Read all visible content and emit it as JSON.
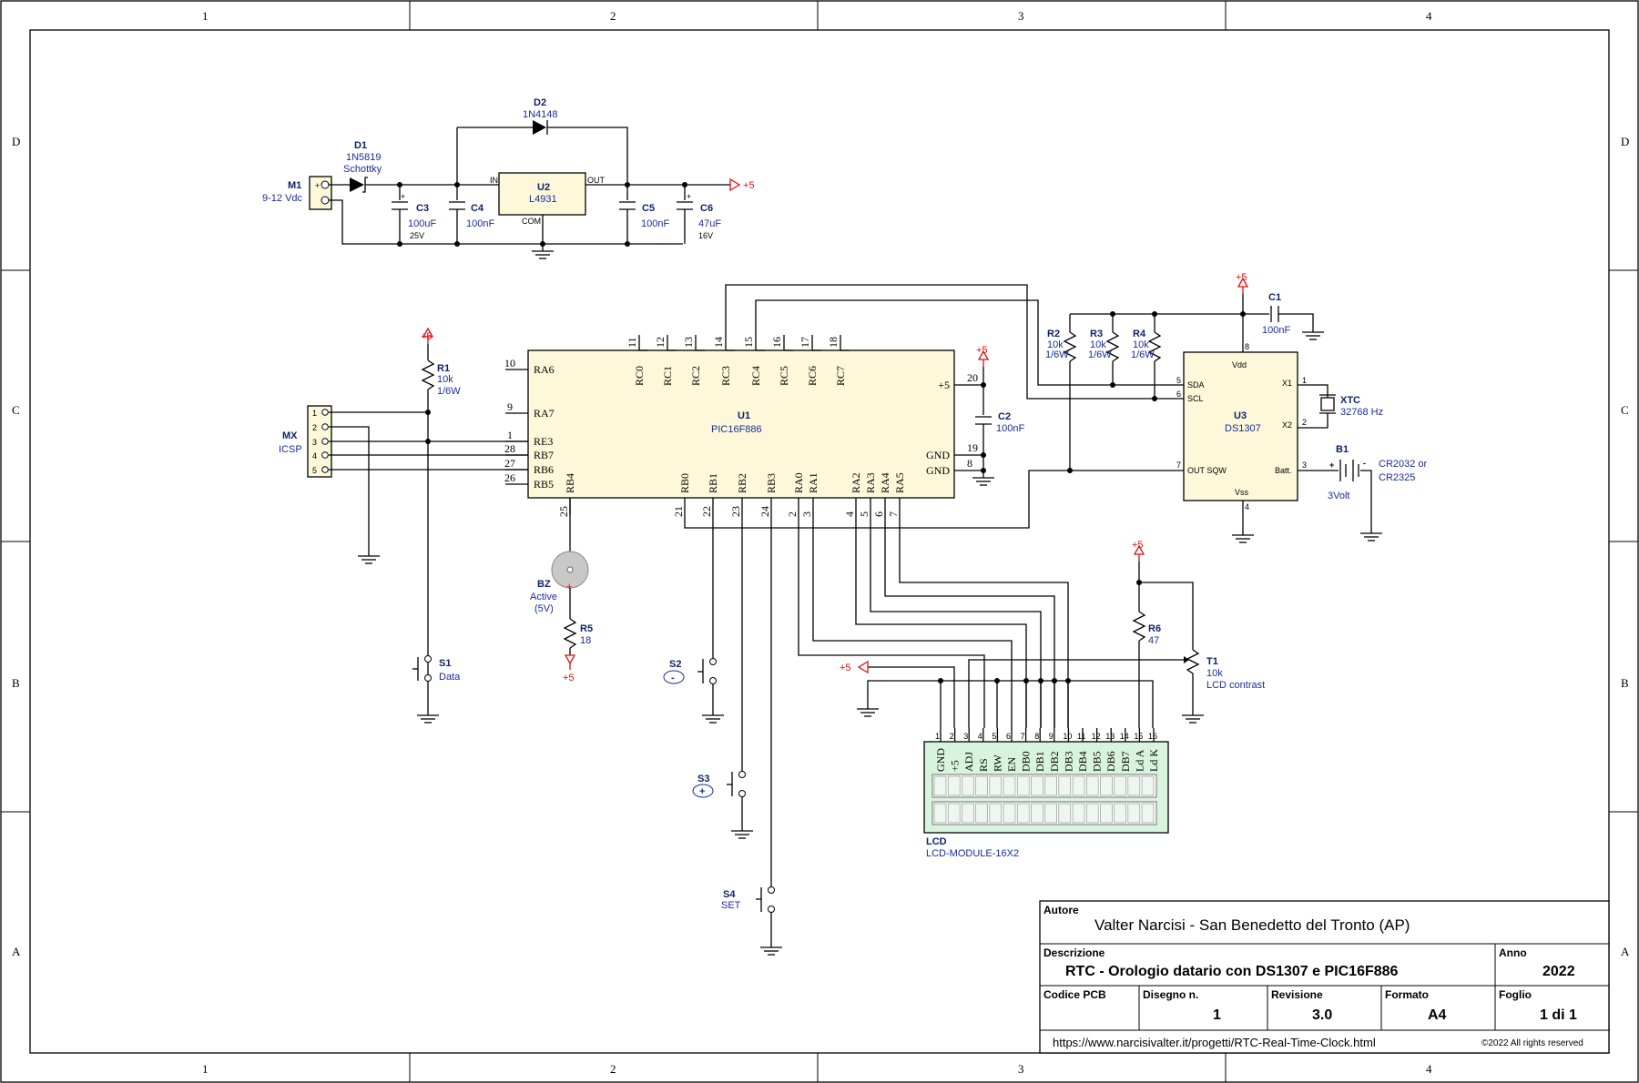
{
  "frame": {
    "cols": [
      "1",
      "2",
      "3",
      "4"
    ],
    "rows": [
      "D",
      "C",
      "B",
      "A"
    ]
  },
  "power": {
    "d1": {
      "ref": "D1",
      "value": "1N5819",
      "type": "Schottky"
    },
    "d2": {
      "ref": "D2",
      "value": "1N4148"
    },
    "m1": {
      "ref": "M1",
      "value": "9-12 Vdc"
    },
    "u2": {
      "ref": "U2",
      "value": "L4931",
      "in": "IN",
      "out": "OUT",
      "com": "COM"
    },
    "c3": {
      "ref": "C3",
      "value": "100uF",
      "voltage": "25V"
    },
    "c4": {
      "ref": "C4",
      "value": "100nF"
    },
    "c5": {
      "ref": "C5",
      "value": "100nF"
    },
    "c6": {
      "ref": "C6",
      "value": "47uF",
      "voltage": "16V"
    },
    "vout": "+5"
  },
  "mcu": {
    "ref": "U1",
    "value": "PIC16F886",
    "left_pins": [
      {
        "num": "10",
        "label": "RA6"
      },
      {
        "num": "9",
        "label": "RA7"
      },
      {
        "num": "1",
        "label": "RE3"
      },
      {
        "num": "28",
        "label": "RB7"
      },
      {
        "num": "27",
        "label": "RB6"
      },
      {
        "num": "26",
        "label": "RB5"
      }
    ],
    "top_pins": [
      {
        "num": "11",
        "label": "RC0"
      },
      {
        "num": "12",
        "label": "RC1"
      },
      {
        "num": "13",
        "label": "RC2"
      },
      {
        "num": "14",
        "label": "RC3"
      },
      {
        "num": "15",
        "label": "RC4"
      },
      {
        "num": "16",
        "label": "RC5"
      },
      {
        "num": "17",
        "label": "RC6"
      },
      {
        "num": "18",
        "label": "RC7"
      }
    ],
    "bottom_pins": [
      {
        "num": "25",
        "label": "RB4"
      },
      {
        "num": "21",
        "label": "RB0"
      },
      {
        "num": "22",
        "label": "RB1"
      },
      {
        "num": "23",
        "label": "RB2"
      },
      {
        "num": "24",
        "label": "RB3"
      },
      {
        "num": "2",
        "label": "RA0"
      },
      {
        "num": "3",
        "label": "RA1"
      },
      {
        "num": "4",
        "label": "RA2"
      },
      {
        "num": "5",
        "label": "RA3"
      },
      {
        "num": "6",
        "label": "RA4"
      },
      {
        "num": "7",
        "label": "RA5"
      }
    ],
    "right_pins": [
      {
        "num": "20",
        "label": "+5"
      },
      {
        "num": "19",
        "label": "GND"
      },
      {
        "num": "8",
        "label": "GND"
      }
    ]
  },
  "c2": {
    "ref": "C2",
    "value": "100nF"
  },
  "r1": {
    "ref": "R1",
    "value": "10k",
    "power": "1/6W"
  },
  "icsp": {
    "ref": "MX",
    "value": "ICSP",
    "pins": [
      "1",
      "2",
      "3",
      "4",
      "5"
    ]
  },
  "buzzer": {
    "ref": "BZ",
    "value": "Active",
    "voltage": "(5V)"
  },
  "r5": {
    "ref": "R5",
    "value": "18"
  },
  "s1": {
    "ref": "S1",
    "value": "Data"
  },
  "s2": {
    "ref": "S2",
    "badge": "-"
  },
  "s3": {
    "ref": "S3",
    "badge": "+"
  },
  "s4": {
    "ref": "S4",
    "value": "SET"
  },
  "rtc": {
    "ref": "U3",
    "value": "DS1307",
    "pins": {
      "vdd": "Vdd",
      "sda": "SDA",
      "scl": "SCL",
      "sqw": "OUT SQW",
      "vss": "Vss",
      "x1": "X1",
      "x2": "X2",
      "batt": "Batt."
    },
    "nums": {
      "vdd": "8",
      "sda": "5",
      "scl": "6",
      "sqw": "7",
      "vss": "4",
      "x1": "1",
      "x2": "2",
      "batt": "3"
    }
  },
  "r2": {
    "ref": "R2",
    "value": "10k",
    "power": "1/6W"
  },
  "r3": {
    "ref": "R3",
    "value": "10k",
    "power": "1/6W"
  },
  "r4": {
    "ref": "R4",
    "value": "10k",
    "power": "1/6W"
  },
  "c1": {
    "ref": "C1",
    "value": "100nF"
  },
  "xtc": {
    "ref": "XTC",
    "value": "32768 Hz"
  },
  "b1": {
    "ref": "B1",
    "value": "3Volt",
    "type1": "CR2032 or",
    "type2": "CR2325"
  },
  "r6": {
    "ref": "R6",
    "value": "47"
  },
  "t1": {
    "ref": "T1",
    "value": "10k",
    "note": "LCD contrast"
  },
  "lcd": {
    "ref": "LCD",
    "value": "LCD-MODULE-16X2",
    "pins": [
      {
        "num": "1",
        "label": "GND"
      },
      {
        "num": "2",
        "label": "+5"
      },
      {
        "num": "3",
        "label": "ADJ"
      },
      {
        "num": "4",
        "label": "RS"
      },
      {
        "num": "5",
        "label": "RW"
      },
      {
        "num": "6",
        "label": "EN"
      },
      {
        "num": "7",
        "label": "DB0"
      },
      {
        "num": "8",
        "label": "DB1"
      },
      {
        "num": "9",
        "label": "DB2"
      },
      {
        "num": "10",
        "label": "DB3"
      },
      {
        "num": "11",
        "label": "DB4"
      },
      {
        "num": "12",
        "label": "DB5"
      },
      {
        "num": "13",
        "label": "DB6"
      },
      {
        "num": "14",
        "label": "DB7"
      },
      {
        "num": "15",
        "label": "Ld A"
      },
      {
        "num": "16",
        "label": "Ld K"
      }
    ]
  },
  "plus5": "+5",
  "title_block": {
    "author_label": "Autore",
    "author": "Valter Narcisi - San Benedetto del Tronto (AP)",
    "desc_label": "Descrizione",
    "desc": "RTC - Orologio datario con DS1307 e PIC16F886",
    "year_label": "Anno",
    "year": "2022",
    "pcb_label": "Codice PCB",
    "pcb": "",
    "drawing_label": "Disegno n.",
    "drawing": "1",
    "rev_label": "Revisione",
    "rev": "3.0",
    "format_label": "Formato",
    "format": "A4",
    "sheet_label": "Foglio",
    "sheet": "1 di 1",
    "url": "https://www.narcisivalter.it/progetti/RTC-Real-Time-Clock.html",
    "copyright": "©2022 All rights reserved"
  }
}
